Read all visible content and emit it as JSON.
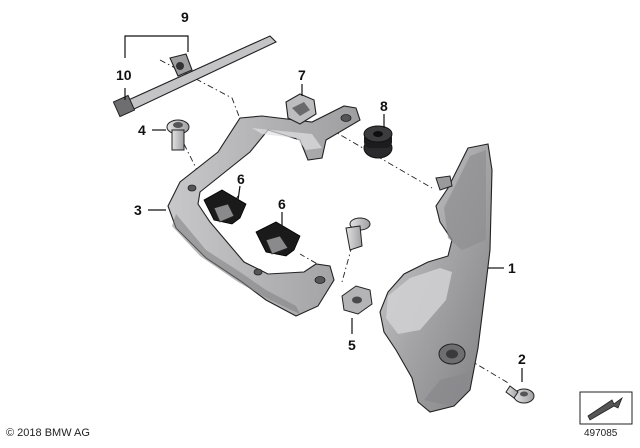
{
  "callouts": {
    "c1": "1",
    "c2": "2",
    "c3": "3",
    "c4": "4",
    "c5": "5",
    "c6a": "6",
    "c6b": "6",
    "c7": "7",
    "c8": "8",
    "c9": "9",
    "c10": "10"
  },
  "footer": {
    "copyright": "© 2018 BMW AG",
    "diagram_number": "497085"
  },
  "colors": {
    "part_dark": "#8c8c8e",
    "part_mid": "#a9a9ab",
    "part_light": "#c9c9cb",
    "outline": "#222222",
    "clip_black": "#1a1a1a"
  }
}
